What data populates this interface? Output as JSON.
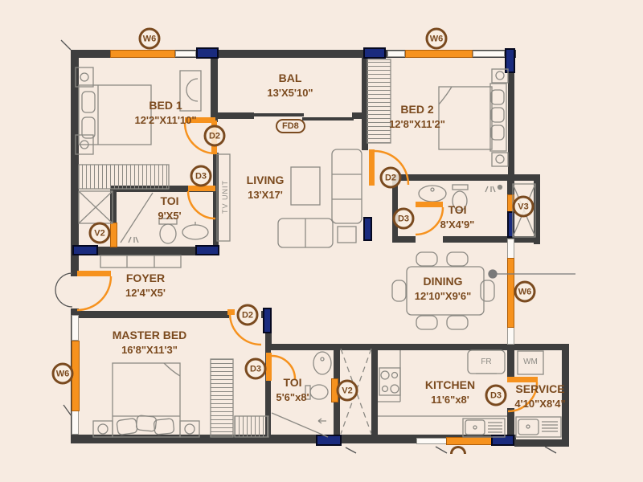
{
  "plan_type": "apartment floor plan",
  "colors": {
    "background": "#f7ebe1",
    "wall": "#3e3e3e",
    "window": "#f6921e",
    "column": "#1a2b7e",
    "label_text": "#7b4a1e",
    "furniture_line": "#8c8a84"
  },
  "rooms": {
    "bed1": {
      "name": "BED 1",
      "dims": "12'2\"X11'10\""
    },
    "bal": {
      "name": "BAL",
      "dims": "13'X5'10\""
    },
    "bed2": {
      "name": "BED 2",
      "dims": "12'8\"X11'2\""
    },
    "living": {
      "name": "LIVING",
      "dims": "13'X17'"
    },
    "toi_bed1": {
      "name": "TOI",
      "dims": "9'X5'"
    },
    "toi_bed2": {
      "name": "TOI",
      "dims": "8'X4'9\""
    },
    "foyer": {
      "name": "FOYER",
      "dims": "12'4\"X5'"
    },
    "dining": {
      "name": "DINING",
      "dims": "12'10\"X9'6\""
    },
    "master_bed": {
      "name": "MASTER BED",
      "dims": "16'8\"X11'3\""
    },
    "toi_master": {
      "name": "TOI",
      "dims": "5'6\"x8'"
    },
    "kitchen": {
      "name": "KITCHEN",
      "dims": "11'6\"x8'"
    },
    "service": {
      "name": "SERVICE",
      "dims": "4'10\"X8'4\""
    }
  },
  "markers": {
    "w6_bed1": "W6",
    "w6_bed2": "W6",
    "w6_dining": "W6",
    "w6_master": "W6",
    "d2_bed1": "D2",
    "d2_bed2": "D2",
    "d2_master": "D2",
    "d3_toi_bed1": "D3",
    "d3_toi_bed2": "D3",
    "d3_toi_master": "D3",
    "d3_service": "D3",
    "v2_toi_bed1": "V2",
    "v2_toi_master": "V2",
    "v3_shaft": "V3"
  },
  "labels": {
    "folding_door": "FD8",
    "tv_unit": "TV UNIT",
    "fridge": "FR",
    "washing_machine": "WM"
  }
}
